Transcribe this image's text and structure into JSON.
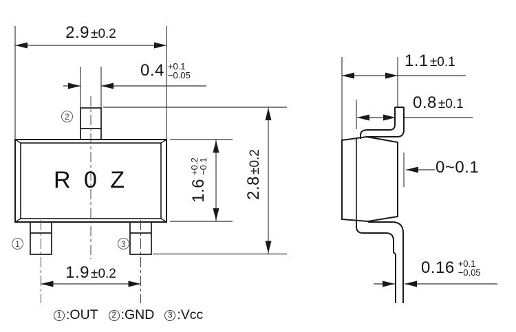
{
  "front_view": {
    "marking": "R 0 Z",
    "dim_body_width": {
      "value": "2.9",
      "tol": "±0.2"
    },
    "dim_center_pin_width": {
      "value": "0.4",
      "tol_plus": "+0.1",
      "tol_minus": "−0.05"
    },
    "dim_body_height": {
      "value": "1.6",
      "tol_plus": "+0.2",
      "tol_minus": "−0.1"
    },
    "dim_overall_height": {
      "value": "2.8",
      "tol": "±0.2"
    },
    "dim_pin_pitch": {
      "value": "1.9",
      "tol": "±0.2"
    },
    "pin_top": "2",
    "pin_bottom_left": "1",
    "pin_bottom_right": "3"
  },
  "side_view": {
    "dim_overall_thickness": {
      "value": "1.1",
      "tol": "±0.1"
    },
    "dim_body_thickness": {
      "value": "0.8",
      "tol": "±0.1"
    },
    "dim_lead_protrusion": {
      "value": "0~0.1"
    },
    "dim_lead_thickness": {
      "value": "0.16",
      "tol_plus": "+0.1",
      "tol_minus": "−0.05"
    }
  },
  "legend": {
    "separator": ":",
    "items": [
      {
        "num": "1",
        "name": "OUT"
      },
      {
        "num": "2",
        "name": "GND"
      },
      {
        "num": "3",
        "name": "Vcc"
      }
    ]
  }
}
